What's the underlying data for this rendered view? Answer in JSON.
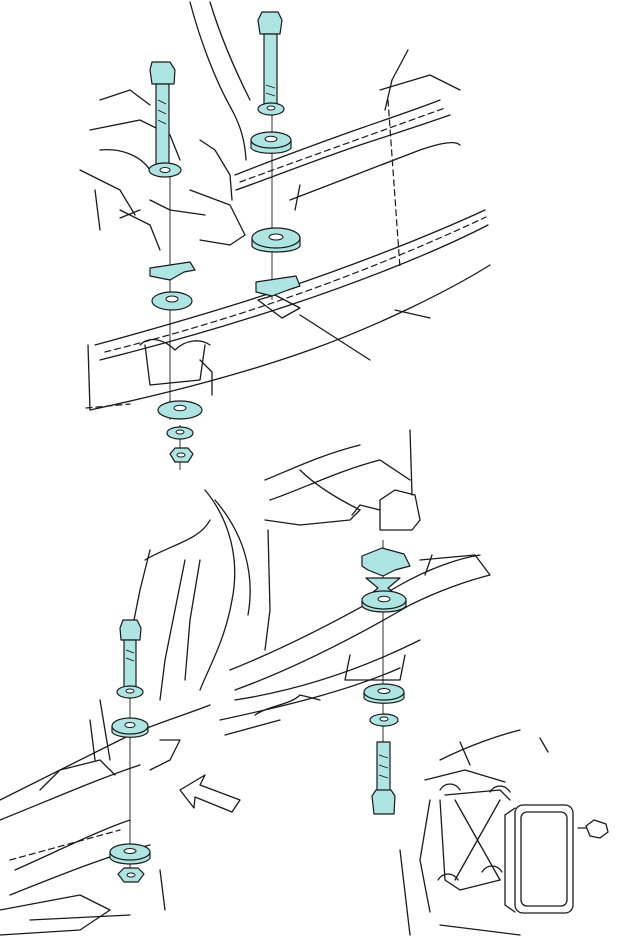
{
  "diagram": {
    "colors": {
      "part_fill": "#aee4e2",
      "line": "#1a1a1a",
      "background": "#ffffff"
    },
    "groups": [
      {
        "name": "upper-front-mount",
        "parts": [
          "bolt-long",
          "washer",
          "cushion-upper",
          "cushion-lower",
          "retainer",
          "washer-small",
          "nut"
        ]
      },
      {
        "name": "upper-rear-mount",
        "parts": [
          "bolt-long",
          "washer",
          "cushion",
          "spacer",
          "retainer"
        ]
      },
      {
        "name": "lower-front-mount",
        "parts": [
          "bolt",
          "washer",
          "cushion",
          "nut"
        ]
      },
      {
        "name": "lower-rear-mount",
        "parts": [
          "cushion-upper",
          "spacer",
          "cushion-lower",
          "washer",
          "bolt"
        ]
      },
      {
        "name": "detail-bracket",
        "parts": [
          "bracket",
          "screw"
        ]
      }
    ],
    "icons": [
      "direction-arrow-icon"
    ]
  }
}
